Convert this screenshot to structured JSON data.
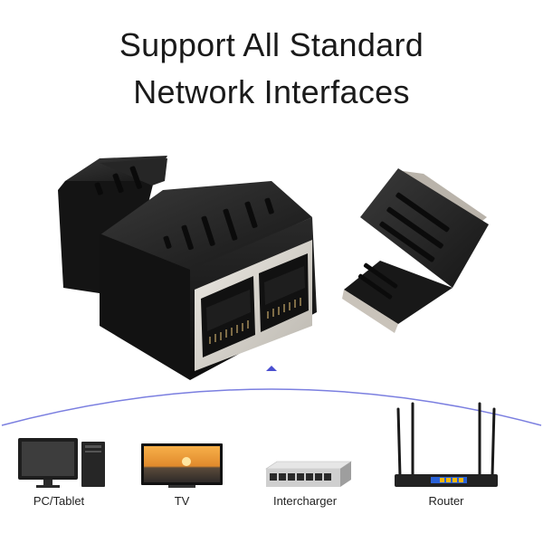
{
  "headline": {
    "line1": "Support All Standard",
    "line2": "Network Interfaces"
  },
  "devices": [
    {
      "label": "PC/Tablet",
      "icon": "pc-tablet-icon"
    },
    {
      "label": "TV",
      "icon": "tv-icon"
    },
    {
      "label": "Intercharger",
      "icon": "switch-icon"
    },
    {
      "label": "Router",
      "icon": "router-icon"
    }
  ],
  "colors": {
    "accent_arc": "#7b7fe0",
    "product_body": "#1c1c1c",
    "port_metal": "#d9d6d0",
    "router_led": "#f5b700",
    "router_port": "#2a62d8"
  }
}
